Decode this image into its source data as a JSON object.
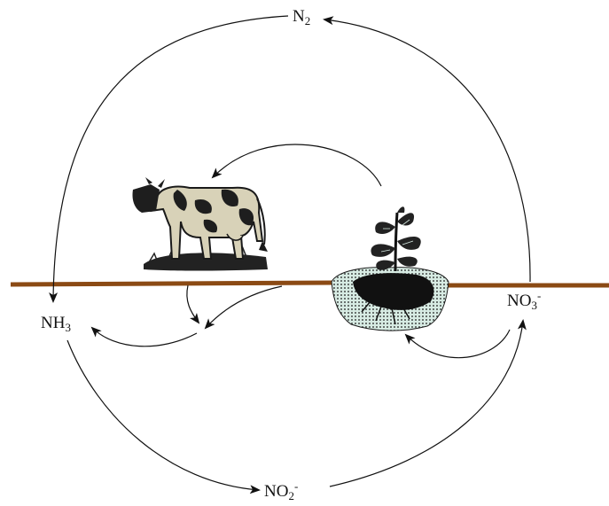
{
  "labels": {
    "n2": {
      "base": "N",
      "sub": "2",
      "sup": ""
    },
    "nh3": {
      "base": "NH",
      "sub": "3",
      "sup": ""
    },
    "no3": {
      "base": "NO",
      "sub": "3",
      "sup": "-"
    },
    "no2": {
      "base": "NO",
      "sub": "2",
      "sup": "-"
    }
  },
  "colors": {
    "ground": "#8b4a14",
    "arrow": "#111111",
    "soil_fill": "#cfe4dc",
    "soil_dots": "#1a1a1a",
    "plant": "#2b2b2b"
  },
  "icons": {
    "cow": "cow-illustration",
    "plant": "plant-with-roots-illustration"
  }
}
